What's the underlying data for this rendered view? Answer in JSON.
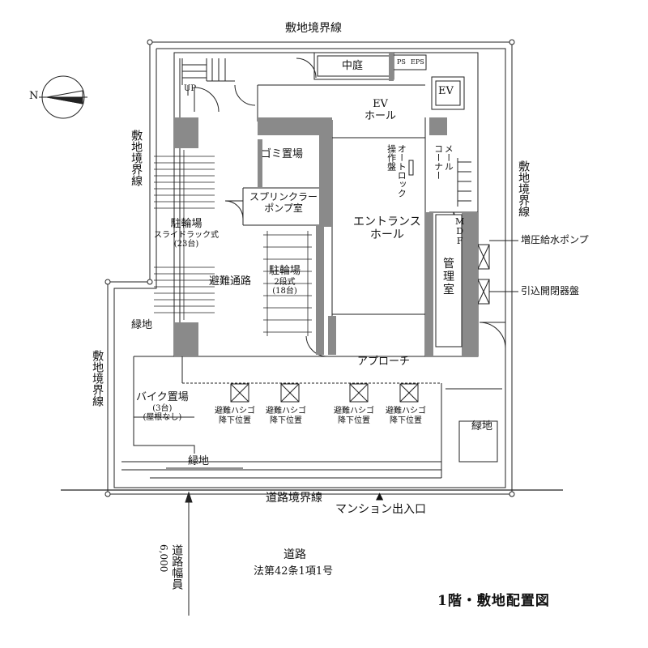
{
  "labels": {
    "boundary_top": "敷地境界線",
    "boundary_left_upper": "敷地境界線",
    "boundary_left_lower": "敷地境界線",
    "boundary_right": "敷地境界線",
    "courtyard": "中庭",
    "ps": "PS",
    "eps": "EPS",
    "ev": "EV",
    "ev_hall": [
      "EV",
      "ホール"
    ],
    "up": "UP",
    "garbage": "ゴミ置場",
    "sprinkler": [
      "スプリンクラー",
      "ポンプ室"
    ],
    "autolock": [
      "オートロック",
      "操作盤"
    ],
    "mail": [
      "メール",
      "コーナー"
    ],
    "bicycle_main": [
      "駐輪場",
      "スライドラック式",
      "(23台)"
    ],
    "bicycle_2": [
      "駐輪場",
      "2段式",
      "(18台)"
    ],
    "evac_path": "避難通路",
    "entrance_hall": [
      "エントランス",
      "ホール"
    ],
    "mdf": [
      "M",
      "D",
      "F"
    ],
    "booster_pump": "増圧給水ポンプ",
    "breaker_panel": "引込開閉器盤",
    "management": [
      "管",
      "理",
      "室"
    ],
    "green_left": "緑地",
    "green_right": "緑地",
    "green_bottom": "緑地",
    "approach": "アプローチ",
    "bike_parking": [
      "バイク置場",
      "(3台)",
      "(屋根なし)"
    ],
    "ladder_1": [
      "避難ハシゴ",
      "降下位置"
    ],
    "ladder_2": [
      "避難ハシゴ",
      "降下位置"
    ],
    "ladder_3": [
      "避難ハシゴ",
      "降下位置"
    ],
    "ladder_4": [
      "避難ハシゴ",
      "降下位置"
    ],
    "road_boundary": "道路境界線",
    "entrance_marker": "▲",
    "mansion_entrance": "マンション出入口",
    "road": "道路",
    "road_law": "法第42条1項1号",
    "road_width": [
      "道路幅員",
      "6,000"
    ],
    "north": "N",
    "title": "1階・敷地配置図"
  },
  "colors": {
    "line": "#222222",
    "wall": "#8a8a8a"
  }
}
